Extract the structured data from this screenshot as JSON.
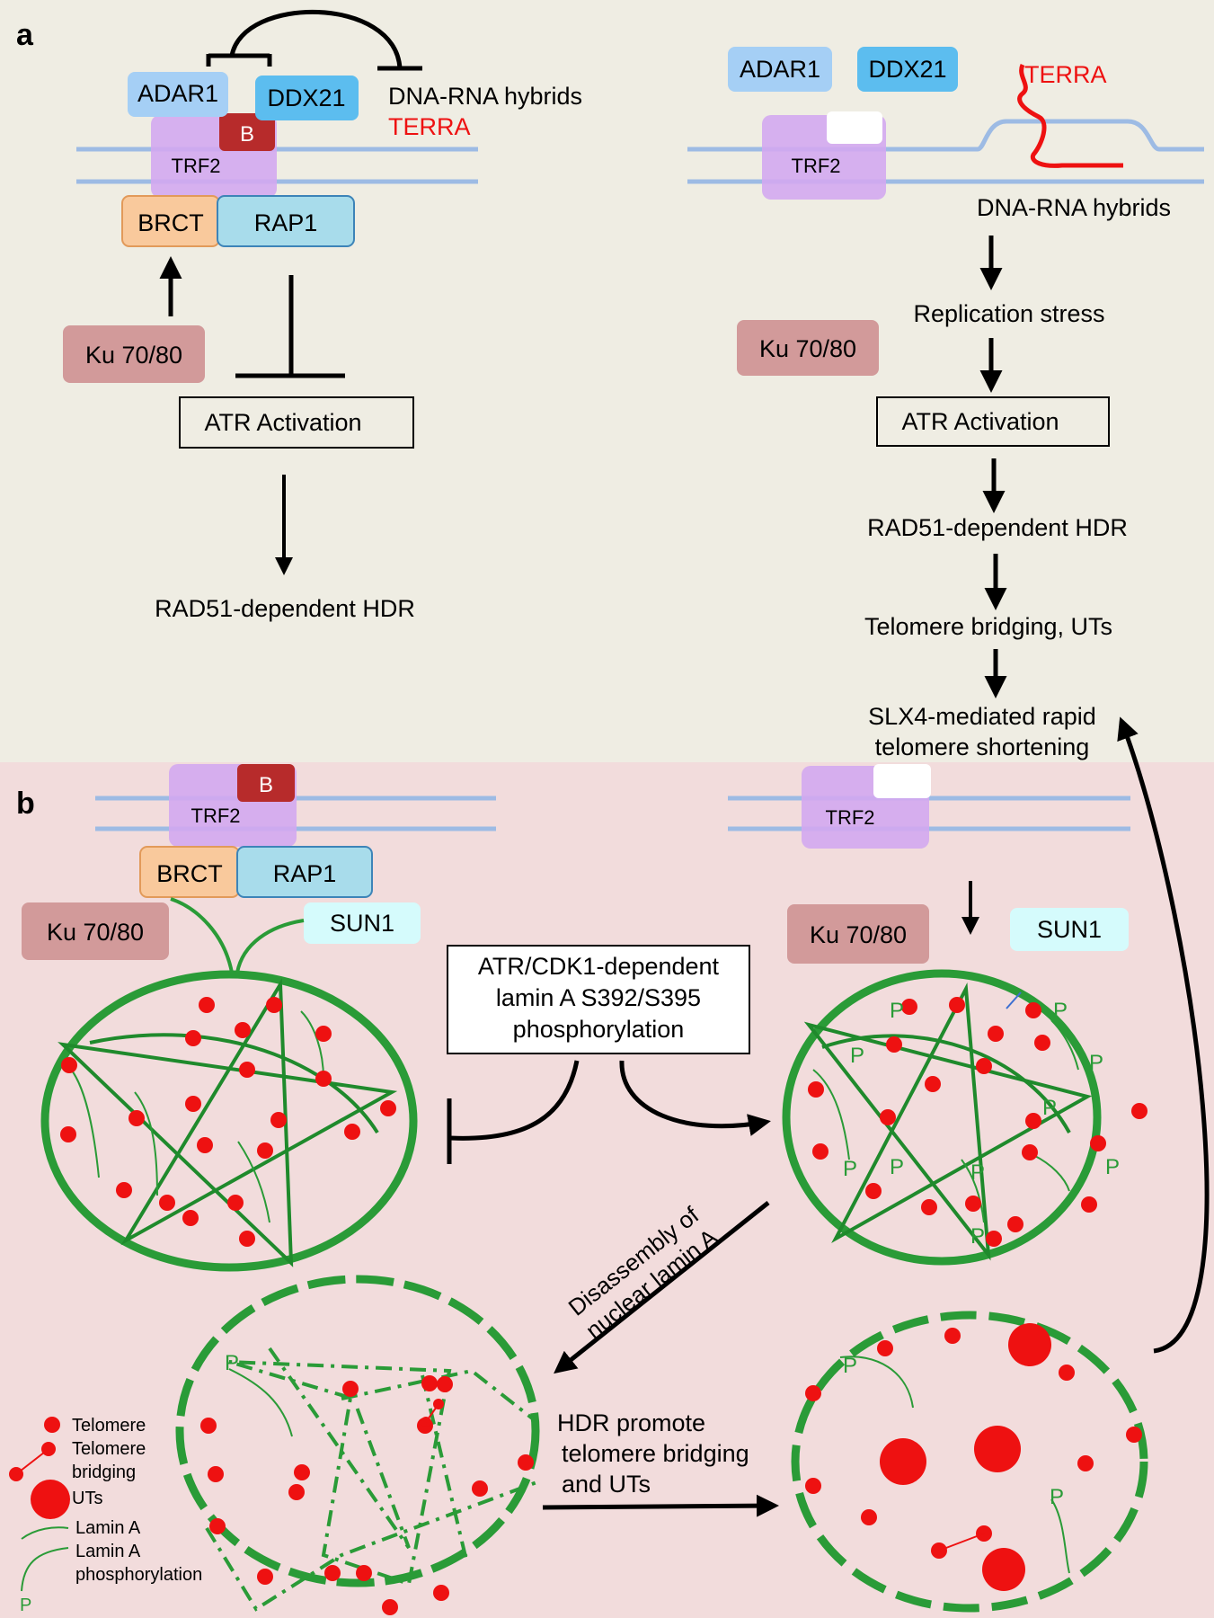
{
  "panel_a": {
    "label": "a",
    "left": {
      "adar1": "ADAR1",
      "ddx21": "DDX21",
      "b_box": "B",
      "trf2": "TRF2",
      "brct": "BRCT",
      "rap1": "RAP1",
      "hybrids": "DNA-RNA hybrids",
      "terra": "TERRA",
      "ku": "Ku 70/80",
      "atr": "ATR Activation",
      "hdr": "RAD51-dependent HDR"
    },
    "right": {
      "adar1": "ADAR1",
      "ddx21": "DDX21",
      "terra": "TERRA",
      "trf2": "TRF2",
      "hybrids": "DNA-RNA hybrids",
      "stress": "Replication stress",
      "ku": "Ku 70/80",
      "atr": "ATR Activation",
      "hdr": "RAD51-dependent HDR",
      "bridging": "Telomere bridging, UTs",
      "slx4_line1": "SLX4-mediated rapid",
      "slx4_line2": "telomere shortening"
    }
  },
  "panel_b": {
    "label": "b",
    "left": {
      "b_box": "B",
      "trf2": "TRF2",
      "brct": "BRCT",
      "rap1": "RAP1",
      "ku": "Ku 70/80",
      "sun1": "SUN1"
    },
    "right": {
      "trf2": "TRF2",
      "ku": "Ku 70/80",
      "sun1": "SUN1"
    },
    "center_box": {
      "line1": "ATR/CDK1-dependent",
      "line2": "lamin A S392/S395",
      "line3": "phosphorylation"
    },
    "disassembly": {
      "line1": "Disassembly of",
      "line2": "nuclear lamin A"
    },
    "hdr_note": {
      "line1": "HDR promote",
      "line2": "telomere bridging",
      "line3": "and UTs"
    },
    "phospho_mark": "P",
    "legend": {
      "telomere": "Telomere",
      "bridging_line1": "Telomere",
      "bridging_line2": "bridging",
      "uts": "UTs",
      "lamin": "Lamin A",
      "lamin_p_line1": "Lamin A",
      "lamin_p_line2": "phosphorylation",
      "p": "P"
    }
  },
  "colors": {
    "panel_a_bg": "#efede3",
    "panel_b_bg": "#f2dcdc",
    "dna": "#9dbbe4",
    "trf2": "#d3a8ef",
    "b_box": "#b72b2b",
    "adar1": "#a5cff5",
    "ddx21": "#5cbdef",
    "brct": "#f9c99c",
    "rap1": "#a8dceb",
    "ku": "#d29a9a",
    "sun1": "#d5fbfc",
    "lamin": "#2a9b37",
    "telomere": "#ee1111",
    "terra": "#ee1111"
  }
}
